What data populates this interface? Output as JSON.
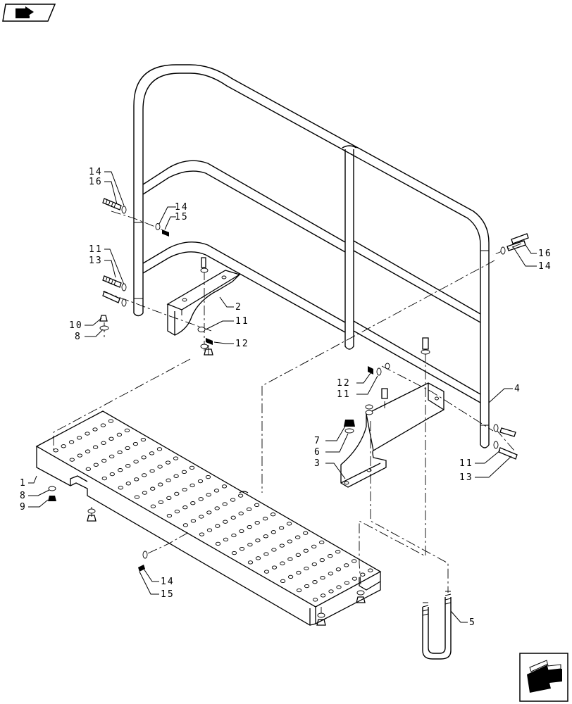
{
  "nav": {
    "top_left_icon": "book-arrow-icon",
    "bottom_right_icon": "next-page-arrow-icon"
  },
  "callouts": {
    "c1": "1",
    "c2": "2",
    "c3": "3",
    "c4": "4",
    "c5": "5",
    "c6": "6",
    "c7": "7",
    "c8a": "8",
    "c8b": "8",
    "c9": "9",
    "c10": "10",
    "c11a": "11",
    "c11b": "11",
    "c11c": "11",
    "c11d": "11",
    "c12a": "12",
    "c12b": "12",
    "c13a": "13",
    "c13b": "13",
    "c14a": "14",
    "c14b": "14",
    "c14c": "14",
    "c14d": "14",
    "c15a": "15",
    "c15b": "15",
    "c16a": "16",
    "c16b": "16"
  }
}
